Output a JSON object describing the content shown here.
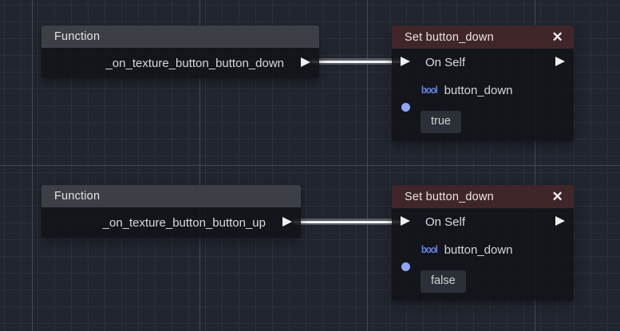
{
  "canvas": {
    "background_color": "#21252e",
    "grid_minor_color": "#2b303b",
    "grid_major_color": "#434959"
  },
  "colors": {
    "function_header": "#3c3f45",
    "setter_header": "#412629",
    "node_body": "rgba(17,19,25,0.88)",
    "wire_core": "#f3f3f3",
    "wire_halo": "#585c64",
    "bool_type_blue": "#6583e2",
    "bool_port_blue": "#8ea6f2",
    "value_chip_background": "#2b2f38"
  },
  "icons": {
    "close": "✕",
    "bool_type_label": "bool",
    "exec_port": "right-triangle",
    "data_port": "circle"
  },
  "nodes": {
    "function_down": {
      "title": "Function",
      "function_name": "_on_texture_button_button_down"
    },
    "set_down_true": {
      "title": "Set button_down",
      "target": "On Self",
      "property_name": "button_down",
      "property_type": "bool",
      "value": "true"
    },
    "function_up": {
      "title": "Function",
      "function_name": "_on_texture_button_button_up"
    },
    "set_down_false": {
      "title": "Set button_down",
      "target": "On Self",
      "property_name": "button_down",
      "property_type": "bool",
      "value": "false"
    }
  }
}
